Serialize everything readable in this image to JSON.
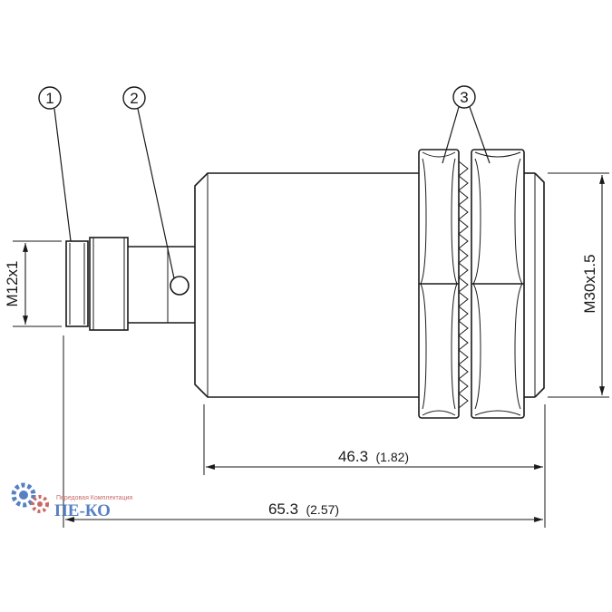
{
  "callouts": {
    "c1": "1",
    "c2": "2",
    "c3": "3"
  },
  "dimensions": {
    "thread_connector": "M12x1",
    "thread_body": "M30x1.5",
    "length_body_mm": "46.3",
    "length_body_in": "(1.82)",
    "length_total_mm": "65.3",
    "length_total_in": "(2.57)"
  },
  "watermark": {
    "tagline": "Передовая Комплектация",
    "brand": "ПЕ-КО"
  },
  "colors": {
    "line": "#1a1a1a",
    "watermark_blue": "#3a6ab8",
    "watermark_red": "#c0504d"
  }
}
